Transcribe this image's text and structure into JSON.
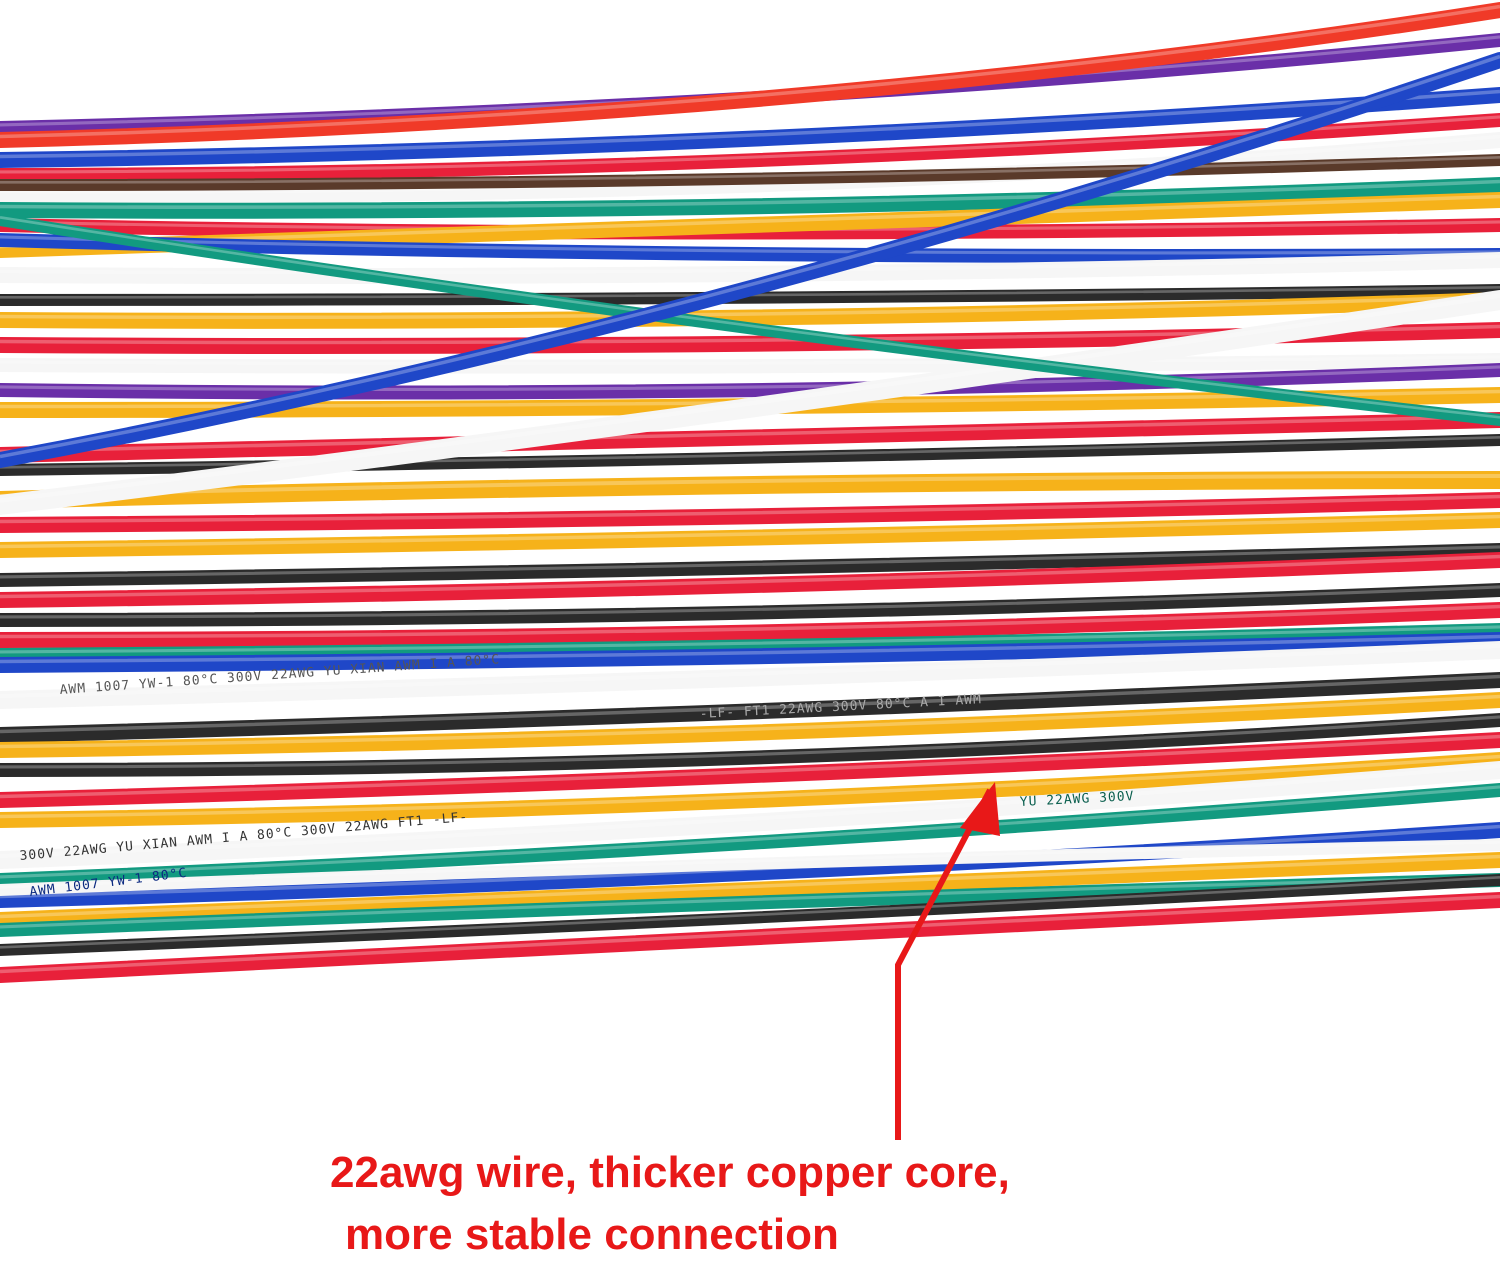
{
  "photo": {
    "subject": "bundle-of-colored-hookup-wires",
    "colors": {
      "red": "#e8203a",
      "orange_red": "#f03a28",
      "blue": "#1f47c8",
      "white": "#f6f6f6",
      "black": "#2b2b2b",
      "green": "#129a80",
      "yellow": "#f6b21a",
      "purple": "#6a2fa8",
      "brown": "#5a3a2a",
      "annotation": "#e81818"
    },
    "wire_print": {
      "white_wire": "300V 22AWG YU XIAN AWM I A 80°C 300V 22AWG FT1 -LF-",
      "black_wire": "-LF- FT1 22AWG 300V 80°C A I AWM",
      "white_upper": "AWM 1007 YW-1 80°C 300V 22AWG YU XIAN AWM I A 80°C",
      "green_wire": "YU 22AWG 300V",
      "blue_wire": "AWM 1007 YW-1 80°C"
    }
  },
  "annotation": {
    "line1": "22awg wire, thicker copper core,",
    "line2": "more stable connection"
  }
}
